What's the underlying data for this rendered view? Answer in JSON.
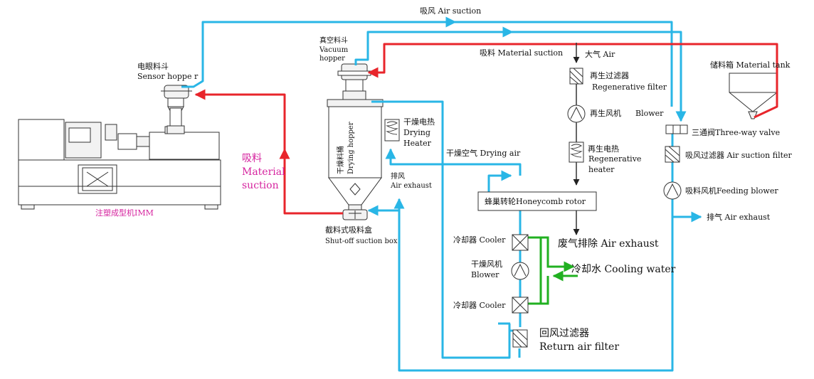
{
  "labels": {
    "air_suction_top": "吸风  Air suction",
    "material_suction_top": "吸料  Material suction",
    "atmosphere_air": "大气  Air",
    "material_tank": "储料箱  Material tank",
    "vacuum_hopper_cn": "真空料斗",
    "vacuum_hopper_en1": "Vacuum",
    "vacuum_hopper_en2": "hopper",
    "sensor_hopper_cn": "电眼料斗",
    "sensor_hopper_en": "Sensor hoppe r",
    "regen_filter_cn": "再生过滤器",
    "regen_filter_en": "Regenerative filter",
    "regen_blower_cn": "再生风机",
    "regen_blower_en": "Blower",
    "three_way_valve": "三通阀Three-way valve",
    "drying_heater_cn": "干燥电热",
    "drying_heater_en1": "Drying",
    "drying_heater_en2": "Heater",
    "regen_heater_cn": "再生电热",
    "regen_heater_en1": "Regenerative",
    "regen_heater_en2": "heater",
    "drying_air": "干燥空气  Drying air",
    "drying_hopper_cn": "干燥料桶",
    "drying_hopper_en": "Drying hopper",
    "suction_filter": "吸风过滤器  Air suction filter",
    "material_suction_cn": "吸料",
    "material_suction_en1": "Material",
    "material_suction_en2": "suction",
    "air_exhaust_left_cn": "排风",
    "air_exhaust_left_en": "Air exhaust",
    "honeycomb_rotor": "蜂巢转轮Honeycomb rotor",
    "feeding_blower": "吸料风机Feeding blower",
    "imm": "注塑成型机IMM",
    "exhaust_right": "排气  Air exhaust",
    "shutoff_box_cn": "截料式吸料盒",
    "shutoff_box_en": "Shut-off suction box",
    "cooler_top": "冷却器  Cooler",
    "waste_exhaust": "废气排除  Air exhaust",
    "drying_blower_cn": "干燥风机",
    "drying_blower_en": "Blower",
    "cooling_water": "冷却水  Cooling water",
    "cooler_bottom": "冷却器  Cooler",
    "return_filter_cn": "回风过滤器",
    "return_filter_en": "Return air filter"
  },
  "colors": {
    "air_line": "#29b6e6",
    "material_line": "#e8252b",
    "water_line": "#21b021",
    "highlight_text": "#d6249f"
  },
  "icons": [
    "arrow-icon",
    "filter-icon",
    "blower-icon",
    "heater-coil-icon",
    "cooler-icon"
  ]
}
